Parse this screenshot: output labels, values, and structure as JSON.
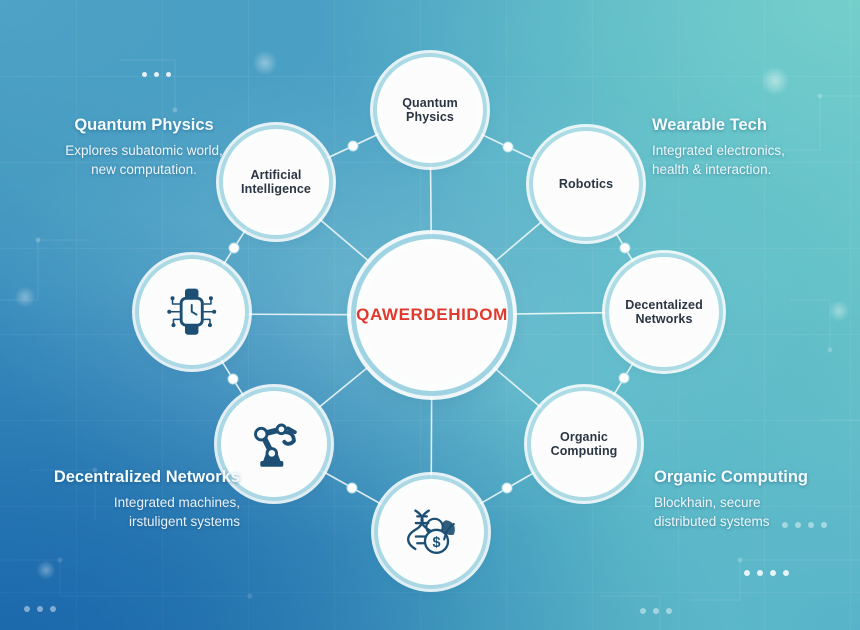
{
  "theme": {
    "accent_red": "#e03a2f",
    "node_fill": "#fbfcfb",
    "node_text": "#2b3644",
    "bg_top_left": "#4ea3c6",
    "bg_top_right": "#74cfcb",
    "bg_bottom_left": "#2473b6",
    "bg_bottom_right": "#57b3c9",
    "link_color": "#ffffff"
  },
  "center": {
    "label": "QAWERDEHIDOM"
  },
  "nodes": [
    {
      "id": "quantum-physics",
      "label": "Quantum Physics",
      "type": "text",
      "icon": ""
    },
    {
      "id": "artificial-intelligence",
      "label": "Artificial Intelligence",
      "type": "text",
      "icon": ""
    },
    {
      "id": "robotics",
      "label": "Robotics",
      "type": "text",
      "icon": ""
    },
    {
      "id": "decentalized-networks",
      "label": "Decentalized Networks",
      "type": "text",
      "icon": ""
    },
    {
      "id": "organic-computing",
      "label": "Organic Computing",
      "type": "text",
      "icon": ""
    },
    {
      "id": "biotech-finance",
      "label": "",
      "type": "icon",
      "icon": "dna-coin-leaf-icon"
    },
    {
      "id": "robot-arm",
      "label": "",
      "type": "icon",
      "icon": "robot-arm-icon"
    },
    {
      "id": "smartwatch",
      "label": "",
      "type": "icon",
      "icon": "smartwatch-circuit-icon"
    }
  ],
  "blurbs": [
    {
      "id": "quantum-physics-blurb",
      "title": "Quantum Physics",
      "lines": [
        "Explores subatomic world,",
        "new computation."
      ]
    },
    {
      "id": "wearable-tech-blurb",
      "title": "Wearable Tech",
      "lines": [
        "Integrated electronics,",
        "health & interaction."
      ]
    },
    {
      "id": "decentralized-networks-blurb",
      "title": "Decentralized Networks",
      "lines": [
        "Integrated machines,",
        "irstuligent systems"
      ]
    },
    {
      "id": "organic-computing-blurb",
      "title": "Organic Computing",
      "lines": [
        "Blockhain, secure",
        "distributed systems"
      ]
    }
  ]
}
